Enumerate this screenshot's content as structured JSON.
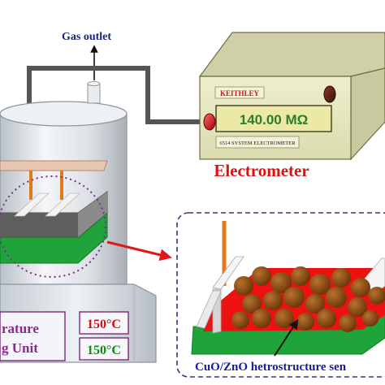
{
  "labels": {
    "gas_outlet": "Gas outlet",
    "electrometer": "Electrometer",
    "brand": "KEITHLEY",
    "reading": "140.00 MΩ",
    "model": "6514 SYSTEM ELECTROMETER",
    "unit_line1": "rature",
    "unit_line2": "g Unit",
    "temp_top": "150°C",
    "temp_bottom": "150°C",
    "sensor_caption": "CuO/ZnO hetrostructure sen"
  },
  "colors": {
    "electrometer_label": "#dd1111",
    "wire": "#555555",
    "device_body": "#e8e8c4",
    "display": "#ece8a6",
    "display_text": "#2e7d2e",
    "substrate_green": "#1fa43a",
    "electrode_orange": "#e07a1a",
    "nanoparticle": "#8b4a12",
    "red_phase": "#ee1111",
    "caption_blue": "#1a1aa0",
    "temp_red": "#cc1111",
    "temp_green": "#118811",
    "unit_text": "#8a2a8a"
  }
}
